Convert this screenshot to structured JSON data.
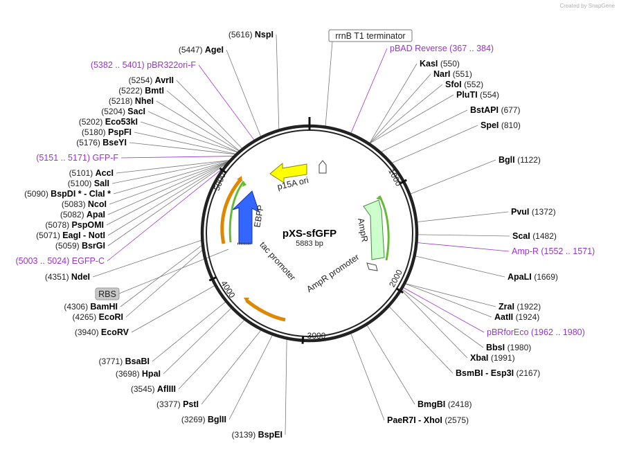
{
  "credit": "Created by SnapGene",
  "plasmid": {
    "name": "pXS-sfGFP",
    "length": "5883 bp"
  },
  "features": {
    "p15a_ori": "p15A ori",
    "ebfp": "EBFP",
    "ampr": "AmpR",
    "tac_promoter": "tac promoter",
    "ampr_promoter": "AmpR promoter"
  },
  "ticks": {
    "t1000": "1000",
    "t2000": "2000",
    "t3000": "3000",
    "t4000": "4000",
    "t5000": "5000"
  },
  "boxed": {
    "rrnb": "rrnB T1 terminator",
    "rbs": "RBS"
  },
  "colors": {
    "enzyme": "#000000",
    "primer": "#9933cc",
    "promoter": "#dd8800",
    "ori": "#ffff00",
    "ebfp": "#3366ff",
    "ampr": "#ccffcc"
  },
  "left_sites": [
    {
      "pos": "(5616)",
      "name": "NspI"
    },
    {
      "pos": "(5447)",
      "name": "AgeI"
    },
    {
      "pos": "(5382 .. 5401)",
      "name": "pBR322ori-F",
      "primer": true
    },
    {
      "pos": "(5254)",
      "name": "AvrII"
    },
    {
      "pos": "(5222)",
      "name": "BmtI"
    },
    {
      "pos": "(5218)",
      "name": "NheI"
    },
    {
      "pos": "(5204)",
      "name": "SacI"
    },
    {
      "pos": "(5202)",
      "name": "Eco53kI"
    },
    {
      "pos": "(5180)",
      "name": "PspFI"
    },
    {
      "pos": "(5176)",
      "name": "BseYI"
    },
    {
      "pos": "(5151 .. 5171)",
      "name": "GFP-F",
      "primer": true
    },
    {
      "pos": "(5101)",
      "name": "AccI"
    },
    {
      "pos": "(5100)",
      "name": "SalI"
    },
    {
      "pos": "(5090)",
      "name": "BspDI *  -  ClaI *"
    },
    {
      "pos": "(5083)",
      "name": "NcoI"
    },
    {
      "pos": "(5082)",
      "name": "ApaI"
    },
    {
      "pos": "(5078)",
      "name": "PspOMI"
    },
    {
      "pos": "(5071)",
      "name": "EagI  -  NotI"
    },
    {
      "pos": "(5059)",
      "name": "BsrGI"
    },
    {
      "pos": "(5003 .. 5024)",
      "name": "EGFP-C",
      "primer": true
    },
    {
      "pos": "(4351)",
      "name": "NdeI"
    },
    {
      "pos": "(4306)",
      "name": "BamHI"
    },
    {
      "pos": "(4265)",
      "name": "EcoRI"
    },
    {
      "pos": "(3940)",
      "name": "EcoRV"
    },
    {
      "pos": "(3771)",
      "name": "BsaBI"
    },
    {
      "pos": "(3698)",
      "name": "HpaI"
    },
    {
      "pos": "(3545)",
      "name": "AflIII"
    },
    {
      "pos": "(3377)",
      "name": "PstI"
    },
    {
      "pos": "(3269)",
      "name": "BglII"
    },
    {
      "pos": "(3139)",
      "name": "BspEI"
    }
  ],
  "right_sites": [
    {
      "name": "pBAD Reverse",
      "pos": "(367 .. 384)",
      "primer": true
    },
    {
      "name": "KasI",
      "pos": "(550)"
    },
    {
      "name": "NarI",
      "pos": "(551)"
    },
    {
      "name": "SfoI",
      "pos": "(552)"
    },
    {
      "name": "PluTI",
      "pos": "(554)"
    },
    {
      "name": "BstAPI",
      "pos": "(677)"
    },
    {
      "name": "SpeI",
      "pos": "(810)"
    },
    {
      "name": "BglI",
      "pos": "(1122)"
    },
    {
      "name": "PvuI",
      "pos": "(1372)"
    },
    {
      "name": "ScaI",
      "pos": "(1482)"
    },
    {
      "name": "Amp-R",
      "pos": "(1552 .. 1571)",
      "primer": true
    },
    {
      "name": "ApaLI",
      "pos": "(1669)"
    },
    {
      "name": "ZraI",
      "pos": "(1922)"
    },
    {
      "name": "AatII",
      "pos": "(1924)"
    },
    {
      "name": "pBRforEco",
      "pos": "(1962 .. 1980)",
      "primer": true
    },
    {
      "name": "BbsI",
      "pos": "(1980)"
    },
    {
      "name": "XbaI",
      "pos": "(1991)"
    },
    {
      "name": "BsmBI  -  Esp3I",
      "pos": "(2167)"
    },
    {
      "name": "BmgBI",
      "pos": "(2418)"
    },
    {
      "name": "PaeR7I  -  XhoI",
      "pos": "(2575)"
    }
  ]
}
